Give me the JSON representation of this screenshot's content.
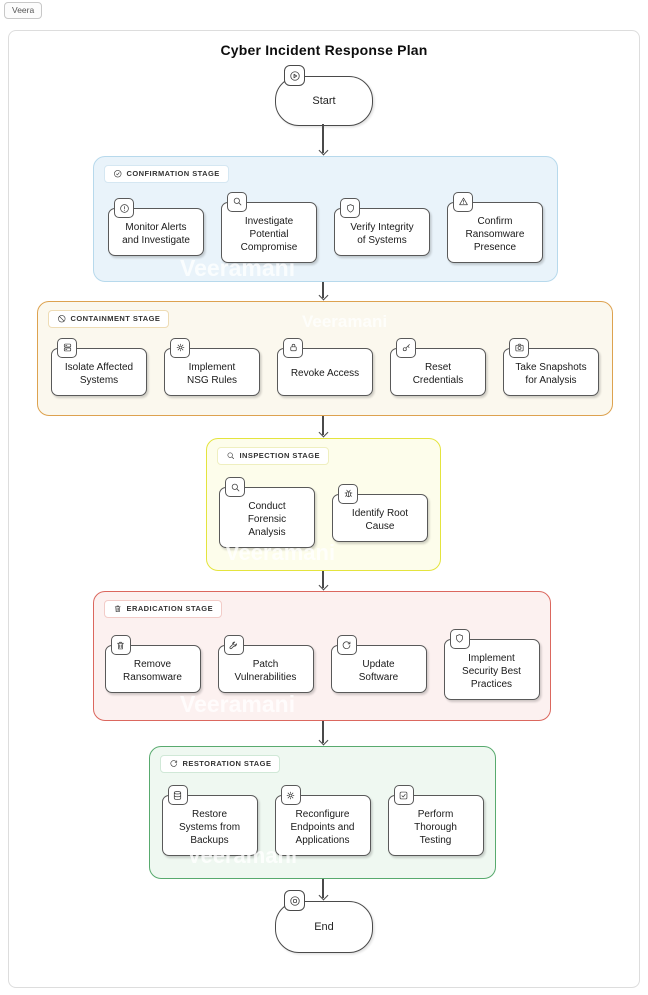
{
  "app": {
    "tab_label": "Veera"
  },
  "diagram": {
    "title": "Cyber Incident Response Plan",
    "watermark": "Veeramani",
    "start_label": "Start",
    "end_label": "End",
    "start_icon": "play",
    "end_icon": "stop",
    "stages": [
      {
        "label": "CONFIRMATION STAGE",
        "icon": "check-circle",
        "colors": {
          "background": "#e9f3fa",
          "border": "#b7d9ec",
          "chip_border": "#d5e7f2"
        },
        "tasks": [
          {
            "label": "Monitor Alerts\nand Investigate",
            "icon": "alert-circle"
          },
          {
            "label": "Investigate\nPotential\nCompromise",
            "icon": "search"
          },
          {
            "label": "Verify Integrity\nof Systems",
            "icon": "shield"
          },
          {
            "label": "Confirm\nRansomware\nPresence",
            "icon": "alert-triangle"
          }
        ]
      },
      {
        "label": "CONTAINMENT STAGE",
        "icon": "network-off",
        "colors": {
          "background": "#fbf8ee",
          "border": "#dda24f",
          "chip_border": "#eedcb5"
        },
        "tasks": [
          {
            "label": "Isolate Affected\nSystems",
            "icon": "server"
          },
          {
            "label": "Implement\nNSG Rules",
            "icon": "gear"
          },
          {
            "label": "Revoke Access",
            "icon": "lock"
          },
          {
            "label": "Reset\nCredentials",
            "icon": "key"
          },
          {
            "label": "Take Snapshots\nfor Analysis",
            "icon": "camera"
          }
        ]
      },
      {
        "label": "INSPECTION STAGE",
        "icon": "search",
        "colors": {
          "background": "#fdfdeb",
          "border": "#e4e43e",
          "chip_border": "#efefc0"
        },
        "tasks": [
          {
            "label": "Conduct\nForensic\nAnalysis",
            "icon": "search"
          },
          {
            "label": "Identify Root\nCause",
            "icon": "bug"
          }
        ]
      },
      {
        "label": "ERADICATION STAGE",
        "icon": "trash",
        "colors": {
          "background": "#fcf1f0",
          "border": "#db675e",
          "chip_border": "#f2ccc8"
        },
        "tasks": [
          {
            "label": "Remove\nRansomware",
            "icon": "trash"
          },
          {
            "label": "Patch\nVulnerabilities",
            "icon": "wrench"
          },
          {
            "label": "Update\nSoftware",
            "icon": "refresh"
          },
          {
            "label": "Implement\nSecurity Best\nPractices",
            "icon": "shield"
          }
        ]
      },
      {
        "label": "RESTORATION STAGE",
        "icon": "refresh",
        "colors": {
          "background": "#eff8f1",
          "border": "#58aa6e",
          "chip_border": "#d0e8d7"
        },
        "tasks": [
          {
            "label": "Restore\nSystems from\nBackups",
            "icon": "database"
          },
          {
            "label": "Reconfigure\nEndpoints and\nApplications",
            "icon": "gear"
          },
          {
            "label": "Perform\nThorough\nTesting",
            "icon": "check-square"
          }
        ]
      }
    ]
  }
}
